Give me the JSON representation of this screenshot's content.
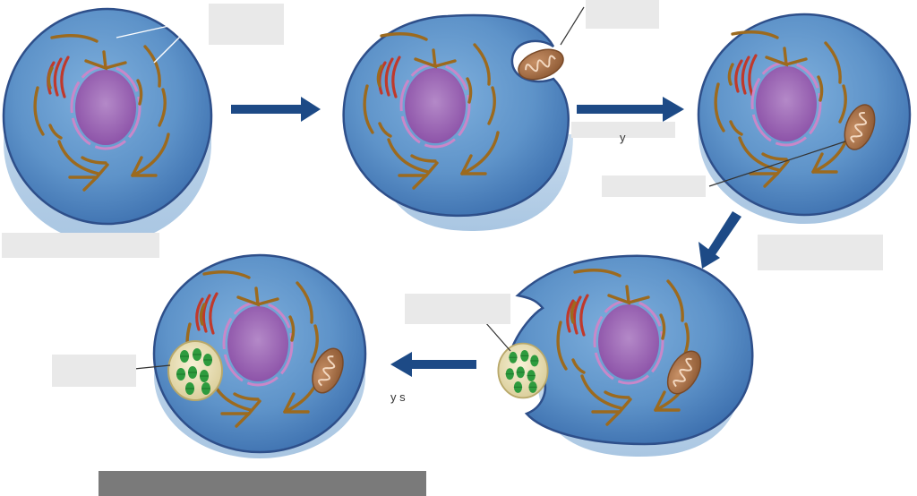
{
  "diagram": {
    "colors": {
      "background": "#ffffff",
      "cell_body": "#5e93c9",
      "cell_edge": "#2e4f8a",
      "cell_rim": "#8fb4d6",
      "nucleus": "#9a62b4",
      "nuclear_envelope": "#c987c9",
      "er": "#9c6a1e",
      "golgi": "#c0392b",
      "mitochondrion": "#a36a3f",
      "chloroplast_outer": "#e8e1bf",
      "chloroplast_thylakoid": "#2e9b3e",
      "arrow": "#1d4a86",
      "label_box": "#e9e9e9",
      "label_box_bottom": "#7a7a7a"
    },
    "cells": [
      {
        "name": "ancestral-cell",
        "contains": [
          "nucleus",
          "endoplasmic-reticulum",
          "golgi-apparatus"
        ]
      },
      {
        "name": "engulfing-cell",
        "contains": [
          "nucleus",
          "endoplasmic-reticulum",
          "golgi-apparatus",
          "engulfed-mitochondrion"
        ]
      },
      {
        "name": "cell-with-mitochondrion",
        "contains": [
          "nucleus",
          "endoplasmic-reticulum",
          "golgi-apparatus",
          "mitochondrion"
        ]
      },
      {
        "name": "engulfing-cell-2",
        "contains": [
          "nucleus",
          "endoplasmic-reticulum",
          "golgi-apparatus",
          "mitochondrion",
          "engulfed-chloroplast"
        ]
      },
      {
        "name": "cell-with-mitochondrion-and-chloroplast",
        "contains": [
          "nucleus",
          "endoplasmic-reticulum",
          "golgi-apparatus",
          "mitochondrion",
          "chloroplast"
        ]
      }
    ],
    "arrows": [
      {
        "name": "arrow-1",
        "direction": "right"
      },
      {
        "name": "arrow-2",
        "direction": "right"
      },
      {
        "name": "arrow-3",
        "direction": "down-left"
      },
      {
        "name": "arrow-4",
        "direction": "left"
      }
    ],
    "captions": {
      "arrow_2_fragment": "y",
      "arrow_4_fragment": "y s"
    }
  }
}
